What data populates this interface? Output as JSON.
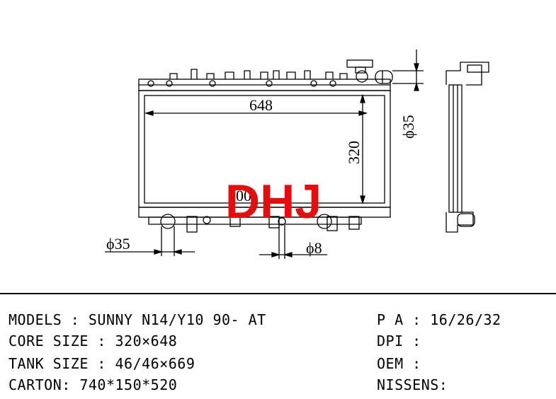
{
  "drawing": {
    "width_label": "648",
    "height_label": "320",
    "top_pipe_label": "ϕ35",
    "bottom_pipe_label": "ϕ35",
    "drain_label": "ϕ8",
    "partial_label": "00",
    "watermark": "DHJ"
  },
  "specs": {
    "models": "MODELS : SUNNY N14/Y10 90- AT",
    "core_size": "CORE SIZE : 320×648",
    "tank_size": "TANK SIZE : 46/46×669",
    "carton": "CARTON: 740*150*520",
    "pa": "P A : 16/26/32",
    "dpi": "DPI :",
    "oem": "OEM :",
    "nissens": "NISSENS:"
  },
  "colors": {
    "watermark": "#e01010",
    "line": "#000000"
  }
}
